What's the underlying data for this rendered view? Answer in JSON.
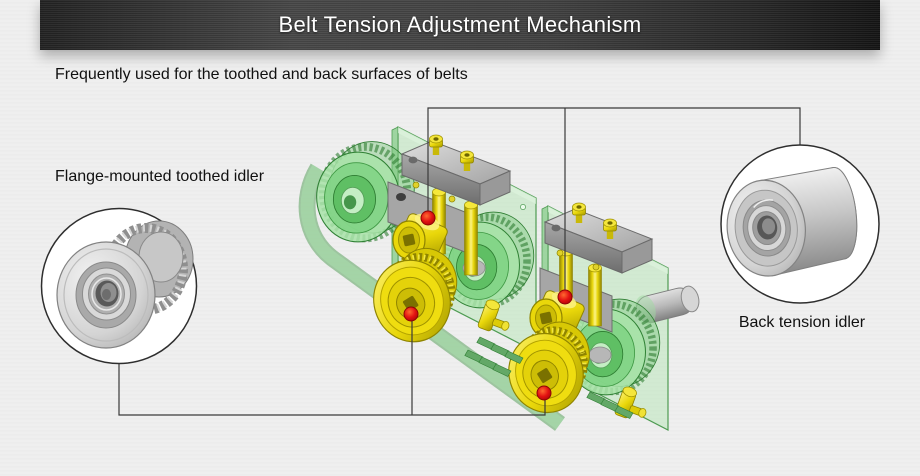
{
  "header": {
    "title": "Belt Tension Adjustment Mechanism"
  },
  "subtitle": "Frequently used for the toothed and back surfaces of belts",
  "callouts": {
    "left": {
      "label": "Flange-mounted toothed idler"
    },
    "right": {
      "label": "Back tension idler"
    }
  },
  "markers": {
    "count": 4
  },
  "colors": {
    "header_bg_dark": "#1f1f1f",
    "header_bg_mid": "#454545",
    "header_text": "#ffffff",
    "page_bg": "#ececec",
    "plate_green": "#b9e6ba",
    "drum_green": "#7cc87f",
    "part_yellow": "#e9d70a",
    "metal_gray": "#b5b5b5",
    "marker_red": "#e01212",
    "callout_line": "#3a3a3a"
  }
}
